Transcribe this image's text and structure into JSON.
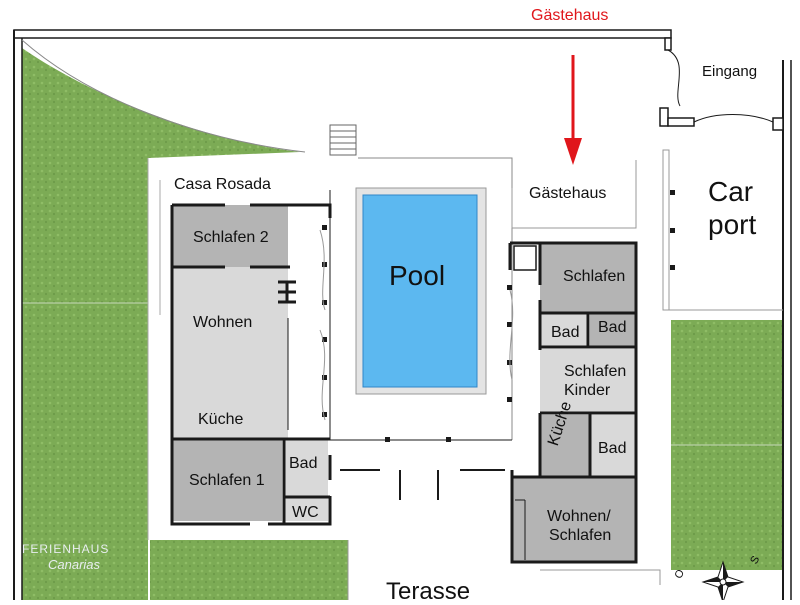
{
  "header": {
    "guesthouse_marker": "Gästehaus"
  },
  "rooms": {
    "casa_rosada": "Casa Rosada",
    "schlafen_2": "Schlafen 2",
    "wohnen": "Wohnen",
    "kueche_left": "Küche",
    "schlafen_1": "Schlafen 1",
    "bad_left": "Bad",
    "wc": "WC",
    "pool": "Pool",
    "gaestehaus": "Gästehaus",
    "schlafen_right": "Schlafen",
    "bad_right_1": "Bad",
    "bad_right_2": "Bad",
    "schlafen_kinder_1": "Schlafen",
    "schlafen_kinder_2": "Kinder",
    "kueche_right": "Küche",
    "bad_right_3": "Bad",
    "wohnen_schlafen_1": "Wohnen/",
    "wohnen_schlafen_2": "Schlafen",
    "eingang": "Eingang",
    "car": "Car",
    "port": "port",
    "terasse": "Terasse"
  },
  "logo": {
    "line1": "FERIENHAUS",
    "line2": "Canarias"
  },
  "compass": {
    "south": "S",
    "other": "O"
  },
  "colors": {
    "lawn": "#7cab55",
    "room_dark": "#b4b4b4",
    "room_light": "#d9d9d9",
    "pool_water": "#5cb8f0",
    "pool_edge": "#e4e4e4",
    "wall": "#1a1a1a",
    "arrow": "#e0161b"
  }
}
